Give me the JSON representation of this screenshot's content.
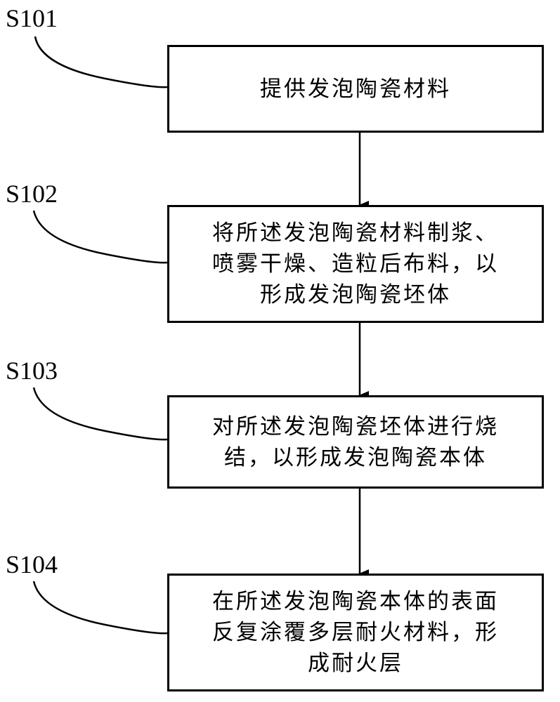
{
  "steps": [
    {
      "id": "S101",
      "lines": [
        "提供发泡陶瓷材料"
      ]
    },
    {
      "id": "S102",
      "lines": [
        "将所述发泡陶瓷材料制浆、",
        "喷雾干燥、造粒后布料，以",
        "形成发泡陶瓷坯体"
      ]
    },
    {
      "id": "S103",
      "lines": [
        "对所述发泡陶瓷坯体进行烧",
        "结，以形成发泡陶瓷本体"
      ]
    },
    {
      "id": "S104",
      "lines": [
        "在所述发泡陶瓷本体的表面",
        "反复涂覆多层耐火材料，形",
        "成耐火层"
      ]
    }
  ],
  "colors": {
    "stroke": "#000000",
    "background": "#ffffff"
  }
}
